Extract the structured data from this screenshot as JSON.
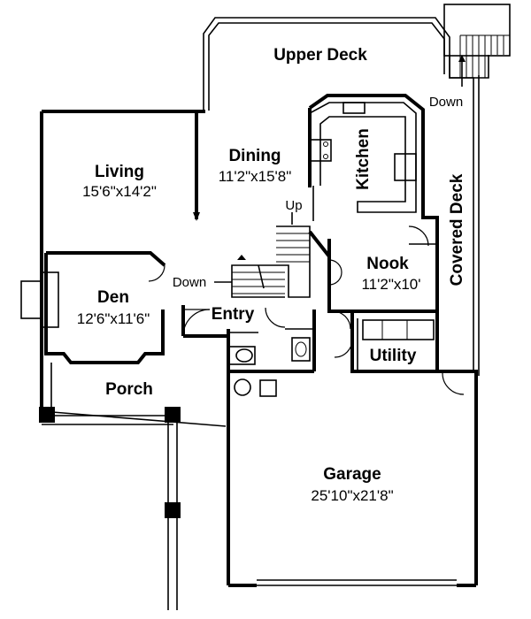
{
  "plan": {
    "rooms": {
      "upper_deck": {
        "name": "Upper Deck"
      },
      "living": {
        "name": "Living",
        "size": "15'6\"x14'2\""
      },
      "dining": {
        "name": "Dining",
        "size": "11'2\"x15'8\""
      },
      "kitchen": {
        "name": "Kitchen"
      },
      "den": {
        "name": "Den",
        "size": "12'6\"x11'6\""
      },
      "entry": {
        "name": "Entry"
      },
      "nook": {
        "name": "Nook",
        "size": "11'2\"x10'"
      },
      "utility": {
        "name": "Utility"
      },
      "porch": {
        "name": "Porch"
      },
      "garage": {
        "name": "Garage",
        "size": "25'10\"x21'8\""
      },
      "covered_deck": {
        "name": "Covered Deck"
      }
    },
    "stairs": {
      "deck_down": "Down",
      "main_up": "Up",
      "main_down": "Down"
    }
  }
}
